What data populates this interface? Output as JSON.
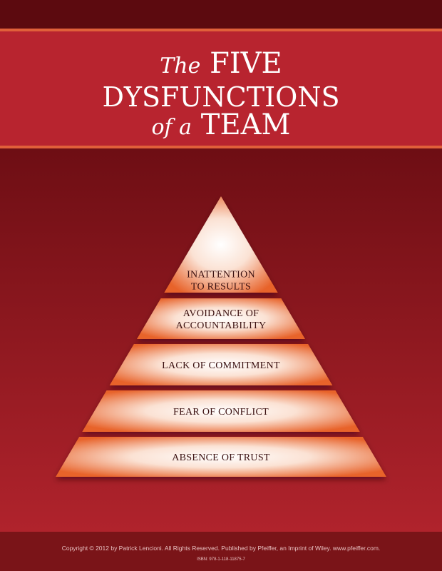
{
  "title": {
    "line1_small": "The",
    "line1_big": "FIVE",
    "line2": "DYSFUNCTIONS",
    "line3_small": "of a",
    "line3_big": "TEAM"
  },
  "pyramid": {
    "levels": [
      {
        "lines": [
          "INATTENTION",
          "TO RESULTS"
        ]
      },
      {
        "lines": [
          "AVOIDANCE OF",
          "ACCOUNTABILITY"
        ]
      },
      {
        "lines": [
          "LACK OF COMMITMENT"
        ]
      },
      {
        "lines": [
          "FEAR OF CONFLICT"
        ]
      },
      {
        "lines": [
          "ABSENCE OF TRUST"
        ]
      }
    ]
  },
  "footer": {
    "copyright": "Copyright © 2012 by Patrick Lencioni. All Rights Reserved. Published by Pfeiffer, an Imprint of Wiley. www.pfeiffer.com.",
    "isbn": "ISBN: 978-1-118-11875-7"
  },
  "colors": {
    "header": "#b8242f",
    "accent": "#e0603a",
    "tier": "#e8642c"
  }
}
